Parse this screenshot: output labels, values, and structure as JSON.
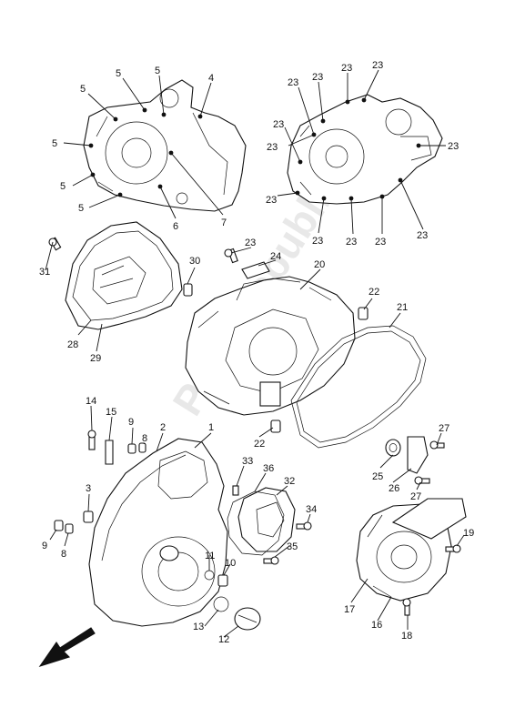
{
  "watermark": "PartsRepublik",
  "callouts": [
    {
      "id": "c5a",
      "text": "5"
    },
    {
      "id": "c5b",
      "text": "5"
    },
    {
      "id": "c4",
      "text": "4"
    },
    {
      "id": "c5c",
      "text": "5"
    },
    {
      "id": "c5d",
      "text": "5"
    },
    {
      "id": "c5e",
      "text": "5"
    },
    {
      "id": "c5f",
      "text": "5"
    },
    {
      "id": "c6",
      "text": "6"
    },
    {
      "id": "c7",
      "text": "7"
    },
    {
      "id": "c23a",
      "text": "23"
    },
    {
      "id": "c23b",
      "text": "23"
    },
    {
      "id": "c23c",
      "text": "23"
    },
    {
      "id": "c23d",
      "text": "23"
    },
    {
      "id": "c23e",
      "text": "23"
    },
    {
      "id": "c23f",
      "text": "23"
    },
    {
      "id": "c23g",
      "text": "23"
    },
    {
      "id": "c23h",
      "text": "23"
    },
    {
      "id": "c23i",
      "text": "23"
    },
    {
      "id": "c23j",
      "text": "23"
    },
    {
      "id": "c23k",
      "text": "23"
    },
    {
      "id": "c23l",
      "text": "23"
    },
    {
      "id": "c31",
      "text": "31"
    },
    {
      "id": "c30",
      "text": "30"
    },
    {
      "id": "c28",
      "text": "28"
    },
    {
      "id": "c29",
      "text": "29"
    },
    {
      "id": "c23m",
      "text": "23"
    },
    {
      "id": "c24",
      "text": "24"
    },
    {
      "id": "c20",
      "text": "20"
    },
    {
      "id": "c22a",
      "text": "22"
    },
    {
      "id": "c21",
      "text": "21"
    },
    {
      "id": "c22b",
      "text": "22"
    },
    {
      "id": "c27a",
      "text": "27"
    },
    {
      "id": "c25",
      "text": "25"
    },
    {
      "id": "c26",
      "text": "26"
    },
    {
      "id": "c27b",
      "text": "27"
    },
    {
      "id": "c14",
      "text": "14"
    },
    {
      "id": "c15",
      "text": "15"
    },
    {
      "id": "c9a",
      "text": "9"
    },
    {
      "id": "c2",
      "text": "2"
    },
    {
      "id": "c8a",
      "text": "8"
    },
    {
      "id": "c1",
      "text": "1"
    },
    {
      "id": "c33",
      "text": "33"
    },
    {
      "id": "c36",
      "text": "36"
    },
    {
      "id": "c32",
      "text": "32"
    },
    {
      "id": "c3",
      "text": "3"
    },
    {
      "id": "c34",
      "text": "34"
    },
    {
      "id": "c35",
      "text": "35"
    },
    {
      "id": "c9b",
      "text": "9"
    },
    {
      "id": "c8b",
      "text": "8"
    },
    {
      "id": "c11",
      "text": "11"
    },
    {
      "id": "c10",
      "text": "10"
    },
    {
      "id": "c13",
      "text": "13"
    },
    {
      "id": "c12",
      "text": "12"
    },
    {
      "id": "c19",
      "text": "19"
    },
    {
      "id": "c17",
      "text": "17"
    },
    {
      "id": "c16",
      "text": "16"
    },
    {
      "id": "c18",
      "text": "18"
    }
  ]
}
